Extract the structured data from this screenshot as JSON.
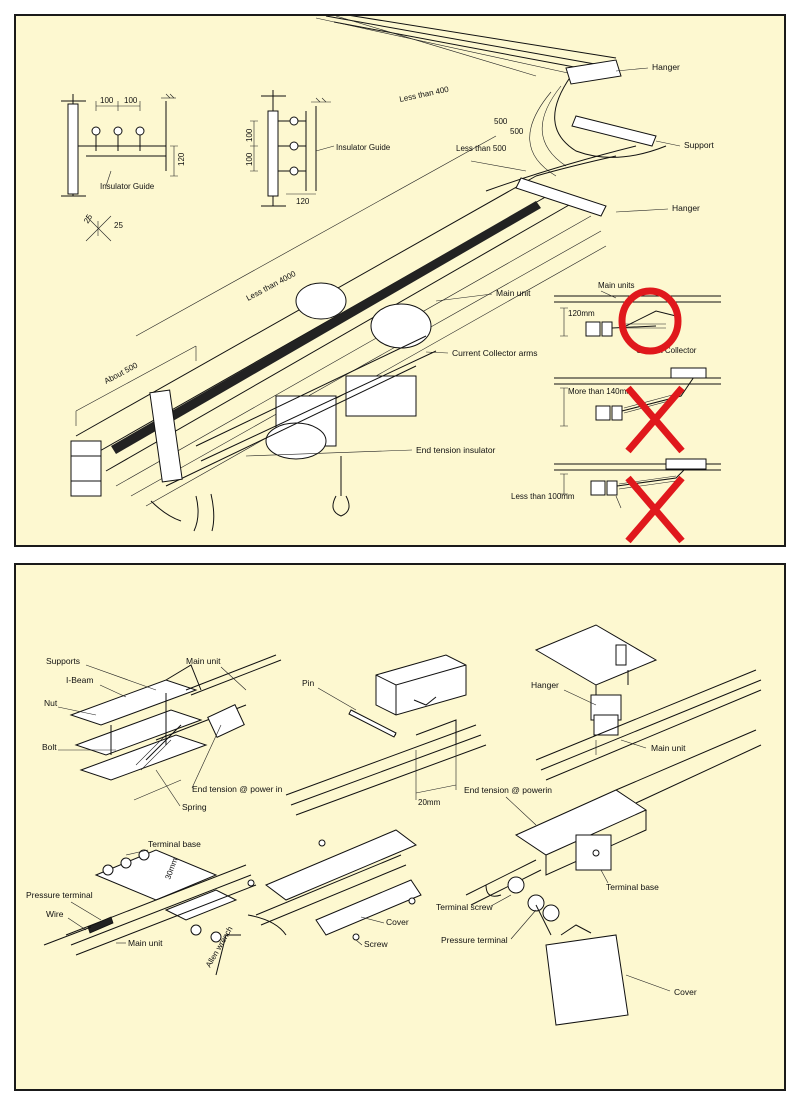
{
  "top_panel": {
    "labels": {
      "hanger_1": "Hanger",
      "less_than_400": "Less than 400",
      "dim_500_a": "500",
      "dim_500_b": "500",
      "less_than_500": "Less than 500",
      "support": "Support",
      "hanger_2": "Hanger",
      "less_than_4000": "Less than 4000",
      "main_unit": "Main unit",
      "current_collector_arms": "Current Collector arms",
      "about_500": "About 500",
      "end_tension_insulator": "End tension insulator"
    },
    "inset_left": {
      "dim_100_a": "100",
      "dim_100_b": "100",
      "dim_120": "120",
      "insulator_guide": "Insulator Guide",
      "angle_25_a": "25",
      "angle_25_b": "25"
    },
    "inset_right": {
      "dim_100_a": "100",
      "dim_100_b": "100",
      "insulator_guide": "Insulator Guide",
      "dim_120": "120"
    },
    "collector_checks": {
      "main_units": "Main units",
      "ok_dim": "120mm",
      "current_collector": "Current Collector",
      "bad_dim_1": "More than 140mm",
      "bad_dim_2": "Less than 100mm"
    },
    "marks_color": "#e0181c"
  },
  "bottom_panel": {
    "labels": {
      "supports": "Supports",
      "i_beam": "I-Beam",
      "nut": "Nut",
      "bolt": "Bolt",
      "main_unit_1": "Main unit",
      "end_tension_power_1": "End tension @ power in",
      "spring": "Spring",
      "pin": "Pin",
      "dim_20mm": "20mm",
      "hanger": "Hanger",
      "main_unit_2": "Main unit",
      "end_tension_power_2": "End tension @ powerin",
      "terminal_base_1": "Terminal base",
      "pressure_terminal_1": "Pressure terminal",
      "wire": "Wire",
      "dim_30mm": "30mm",
      "main_unit_3": "Main unit",
      "allen_wrench": "Allen wrench",
      "cover_1": "Cover",
      "screw": "Screw",
      "terminal_base_2": "Terminal base",
      "terminal_screw": "Terminal screw",
      "pressure_terminal_2": "Pressure terminal",
      "cover_2": "Cover"
    }
  },
  "colors": {
    "panel_background": "#fdf8d0",
    "border": "#1a1a1a"
  }
}
